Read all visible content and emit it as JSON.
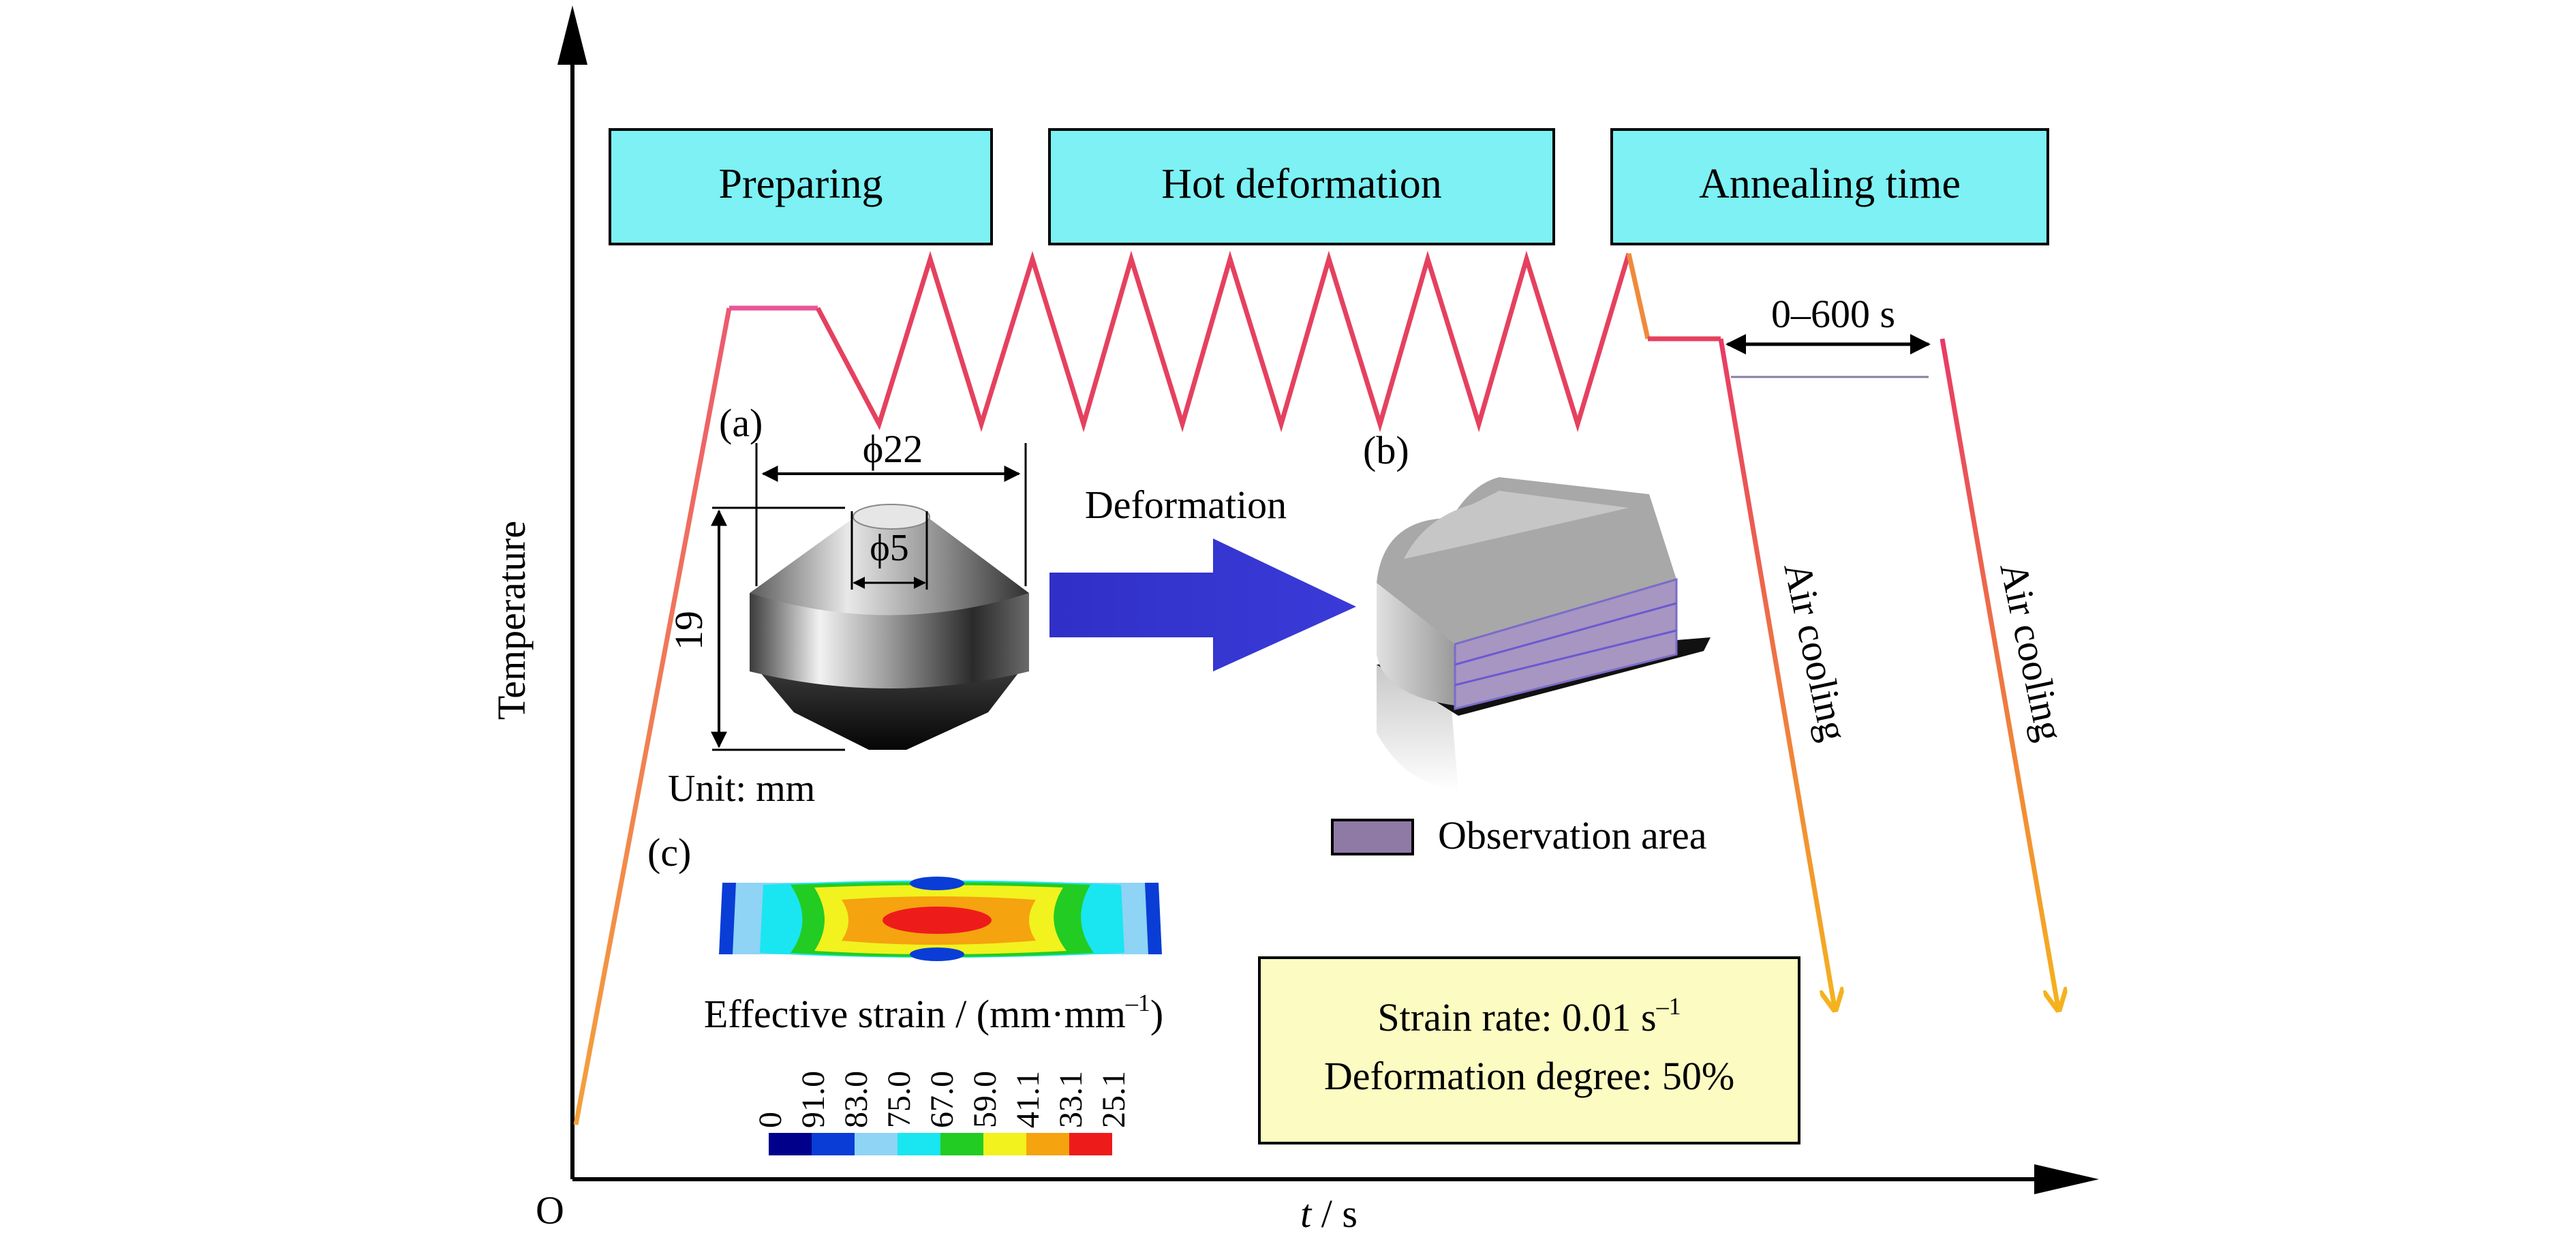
{
  "axes": {
    "y_label": "Temperature",
    "x_label_italic": "t",
    "x_label_rest": " / s",
    "origin": "O"
  },
  "stages": {
    "preparing": "Preparing",
    "hot_deformation": "Hot deformation",
    "annealing": "Annealing time"
  },
  "annealing_range": "0–600 s",
  "air_cooling": "Air cooling",
  "specimen": {
    "label": "(a)",
    "diameter_outer": "ϕ22",
    "diameter_top": "ϕ5",
    "height": "19",
    "unit": "Unit: mm"
  },
  "deformation_label": "Deformation",
  "deformed": {
    "label": "(b)",
    "legend": "Observation area"
  },
  "strain_map": {
    "label": "(c)",
    "title_main": "Effective strain / (mm·mm",
    "title_sup": "–1",
    "title_end": ")",
    "scale_values": [
      "0",
      "91.0",
      "83.0",
      "75.0",
      "67.0",
      "59.0",
      "41.1",
      "33.1",
      "25.1"
    ],
    "scale_colors": [
      "#00008b",
      "#0a3dd6",
      "#8fd3f5",
      "#19e6f0",
      "#22cc22",
      "#f2f21e",
      "#f5a30f",
      "#ee1b1b"
    ]
  },
  "conditions": {
    "strain_rate_main": "Strain rate: 0.01 s",
    "strain_rate_sup": "–1",
    "degree": "Deformation degree: 50%"
  },
  "colors": {
    "stage_box_fill": "#7df1f4",
    "conditions_fill": "#fbfbc2",
    "cycle_line": "#e5415f",
    "ramp_line": "#f08a3c",
    "arrow_blue": "#3333cc",
    "observation_fill": "#8f7aa6"
  }
}
